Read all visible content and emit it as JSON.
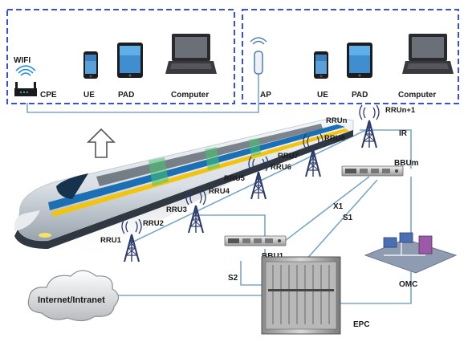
{
  "labels": {
    "wifi": "WIFI",
    "cpe": "CPE",
    "ue_left": "UE",
    "pad_left": "PAD",
    "computer_left": "Computer",
    "ap": "AP",
    "ue_right": "UE",
    "pad_right": "PAD",
    "computer_right": "Computer",
    "rru1": "RRU1",
    "rru2": "RRU2",
    "rru3": "RRU3",
    "rru4": "RRU4",
    "rru5": "RRU5",
    "rru6": "RRU6",
    "rru7": "RRU7",
    "rru8": "RRU8",
    "rrun": "RRUn",
    "rrun1": "RRUn+1",
    "ir": "IR",
    "bbum": "BBUm",
    "bbu1": "BBU1",
    "x1": "X1",
    "s1": "S1",
    "s2": "S2",
    "omc": "OMC",
    "epc": "EPC",
    "internet": "Internet/Intranet"
  },
  "colors": {
    "box_border": "#3a4fd8",
    "link": "#7aa7c9",
    "tower": "#2b3a6b",
    "train_blue": "#1d6fb3",
    "cloud_text": "#1a1a1a"
  }
}
